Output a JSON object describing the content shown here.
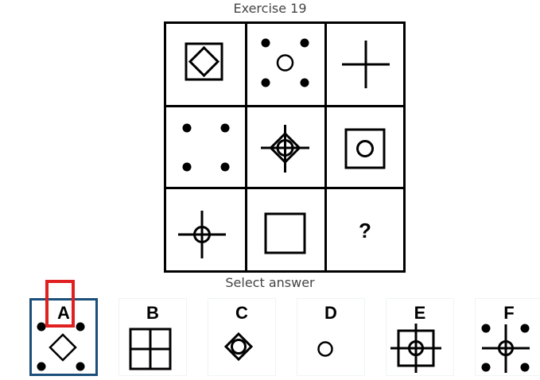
{
  "title": "Exercise 19",
  "grid": {
    "rows": 3,
    "cols": 3,
    "cells": [
      {
        "content": "diamond inside square"
      },
      {
        "content": "four dots with circle"
      },
      {
        "content": "cross"
      },
      {
        "content": "four dots"
      },
      {
        "content": "cross with circle and diamond"
      },
      {
        "content": "circle inside square"
      },
      {
        "content": "cross with circle"
      },
      {
        "content": "square"
      },
      {
        "content": "question mark",
        "text": "?"
      }
    ]
  },
  "select_label": "Select answer",
  "choices": [
    {
      "letter": "A",
      "content": "four dots with diamond",
      "selected": true
    },
    {
      "letter": "B",
      "content": "cross inside square",
      "selected": false
    },
    {
      "letter": "C",
      "content": "circle inside diamond",
      "selected": false
    },
    {
      "letter": "D",
      "content": "circle",
      "selected": false
    },
    {
      "letter": "E",
      "content": "cross with circle inside square",
      "selected": false
    },
    {
      "letter": "F",
      "content": "four dots with cross and circle",
      "selected": false
    }
  ],
  "colors": {
    "selection_border": "#1b4f7a",
    "highlight": "#e02020",
    "stroke": "#000000"
  }
}
